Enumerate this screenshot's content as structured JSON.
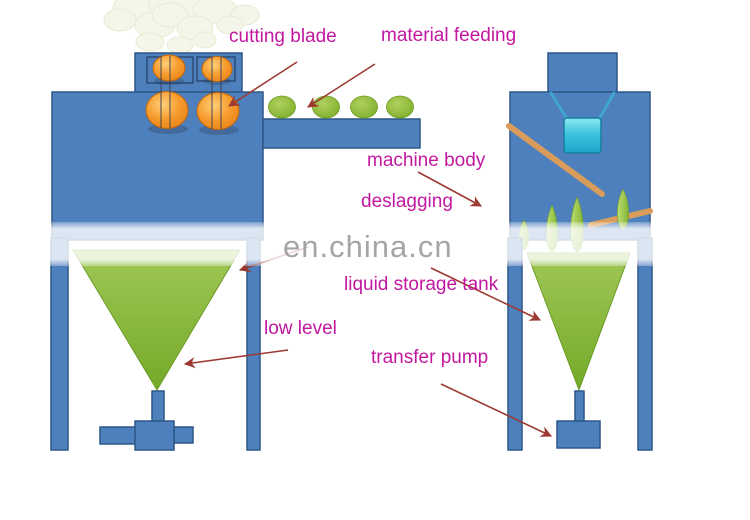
{
  "diagram": {
    "kind": "machine schematic (two juicing / crushing machine units with labeled parts)",
    "labels": {
      "cutting_blade": "cutting blade",
      "material_feeding": "material feeding",
      "machine_body": "machine body",
      "deslagging": "deslagging",
      "liquid_storage_tank": "liquid storage tank",
      "low_level": "low level",
      "transfer_pump": "transfer pump"
    },
    "watermark": "en.china.cn",
    "colors": {
      "machine_body_blue": "#4e80bd",
      "outline_blue": "#2d5788",
      "cutting_blade_orange": "#f69a2b",
      "material_ball_green": "#7fae2a",
      "cone_green_top": "#96c14d",
      "cone_green_bottom": "#78ad2e",
      "crusher_cyan": "#3cc3dd",
      "chute_orange": "#d99c5a",
      "label_magenta": "#c218a0",
      "arrow_red": "#9c3a32",
      "watermark_gray": "#8f8f8f"
    }
  }
}
